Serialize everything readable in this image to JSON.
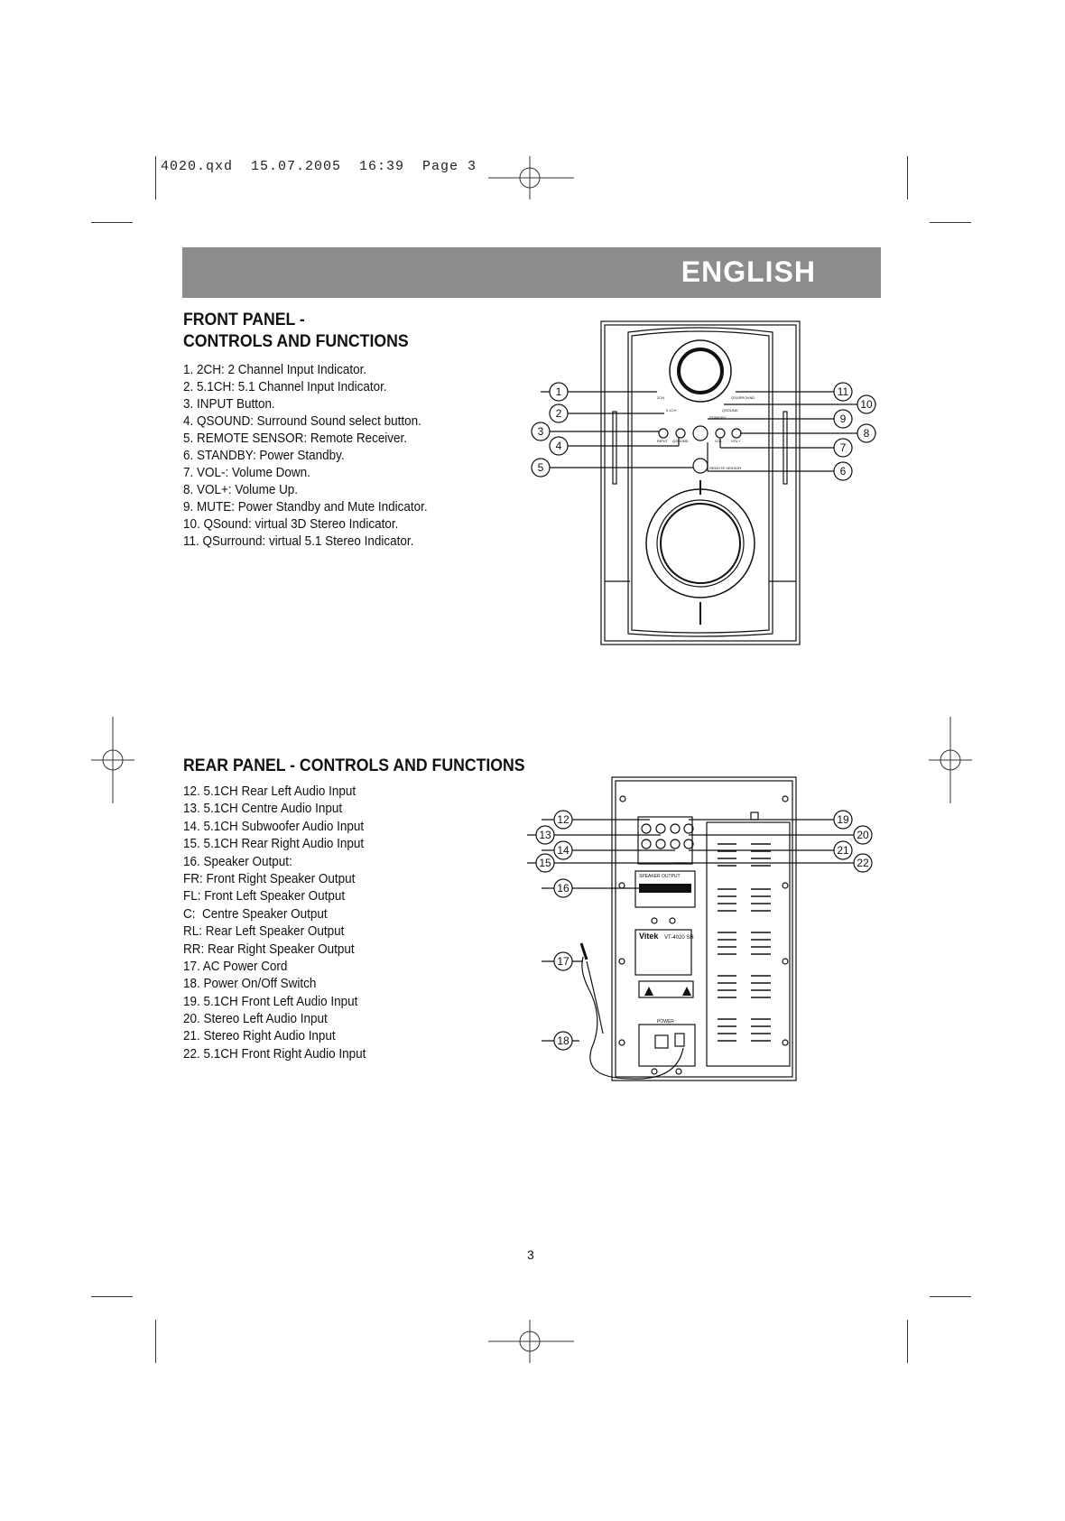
{
  "slug": "4020.qxd  15.07.2005  16:39  Page 3",
  "language_banner": "ENGLISH",
  "front": {
    "heading_line1": "FRONT PANEL -",
    "heading_line2": "CONTROLS AND FUNCTIONS",
    "items": [
      "1. 2CH: 2 Channel Input Indicator.",
      "2. 5.1CH: 5.1 Channel Input Indicator.",
      "3. INPUT Button.",
      "4. QSOUND: Surround Sound select button.",
      "5. REMOTE SENSOR: Remote Receiver.",
      "6. STANDBY: Power Standby.",
      "7. VOL-: Volume Down.",
      "8. VOL+: Volume Up.",
      "9. MUTE: Power Standby and Mute Indicator.",
      "10. QSound: virtual 3D Stereo Indicator.",
      "11. QSurround: virtual 5.1 Stereo Indicator."
    ],
    "callouts": [
      "1",
      "2",
      "3",
      "4",
      "5",
      "6",
      "7",
      "8",
      "9",
      "10",
      "11"
    ]
  },
  "rear": {
    "heading": "REAR PANEL - CONTROLS AND FUNCTIONS",
    "items": [
      "12. 5.1CH Rear Left Audio Input",
      "13. 5.1CH Centre Audio Input",
      "14. 5.1CH Subwoofer Audio Input",
      "15. 5.1CH Rear Right Audio Input",
      "16. Speaker Output:",
      "FR: Front Right Speaker Output",
      "FL: Front Left Speaker Output",
      "C:  Centre Speaker Output",
      "RL: Rear Left Speaker Output",
      "RR: Rear Right Speaker Output",
      "17. AC Power Cord",
      "18. Power On/Off Switch",
      "19. 5.1CH Front Left Audio Input",
      "20. Stereo Left Audio Input",
      "21. Stereo Right Audio Input",
      "22. 5.1CH Front Right Audio Input"
    ],
    "callouts": [
      "12",
      "13",
      "14",
      "15",
      "16",
      "17",
      "18",
      "19",
      "20",
      "21",
      "22"
    ],
    "speaker_output_label": "SPEAKER OUTPUT",
    "brand": "Vitek",
    "model": "VT-4020 SR",
    "power_label": "POWER"
  },
  "page_number": "3"
}
